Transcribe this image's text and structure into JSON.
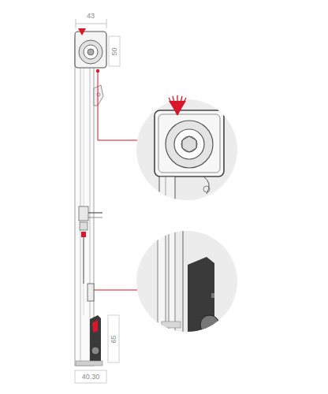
{
  "diagram": {
    "labels": [
      "43",
      "50",
      "65",
      "40.30"
    ]
  }
}
